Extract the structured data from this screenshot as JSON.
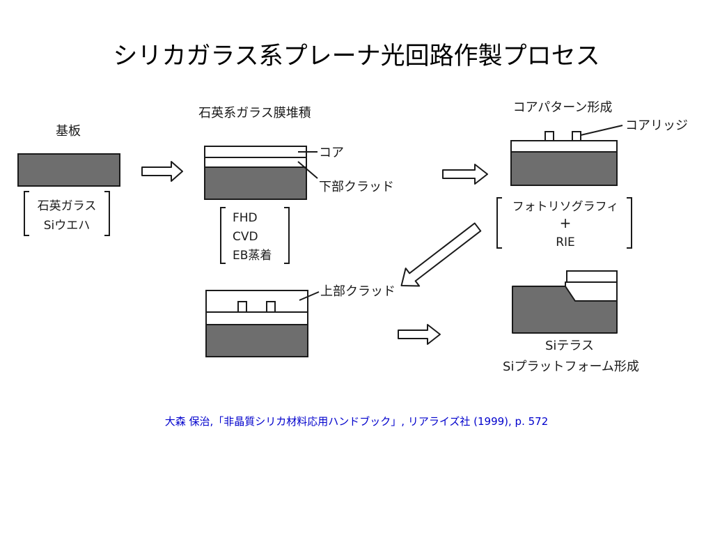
{
  "title": "シリカガラス系プレーナ光回路作製プロセス",
  "steps": {
    "substrate": {
      "heading": "基板",
      "materials": [
        "石英ガラス",
        "Siウエハ"
      ]
    },
    "deposition": {
      "heading": "石英系ガラス膜堆積",
      "label_core": "コア",
      "label_lower_clad": "下部クラッド",
      "methods": [
        "FHD",
        "CVD",
        "EB蒸着"
      ]
    },
    "core_pattern": {
      "heading": "コアパターン形成",
      "label_ridge": "コアリッジ",
      "methods": [
        "フォトリソグラフィ",
        "+",
        "RIE"
      ]
    },
    "upper_clad": {
      "label": "上部クラッド"
    },
    "si_terrace": {
      "label_terrace": "Siテラス",
      "label_platform": "Siプラットフォーム形成"
    }
  },
  "citation": "大森 保治,「非晶質シリカ材料応用ハンドブック」, リアライズ社 (1999), p. 572",
  "colors": {
    "substrate_fill": "#6e6e6e",
    "line": "#1a1a1a",
    "citation": "#0000cc"
  }
}
